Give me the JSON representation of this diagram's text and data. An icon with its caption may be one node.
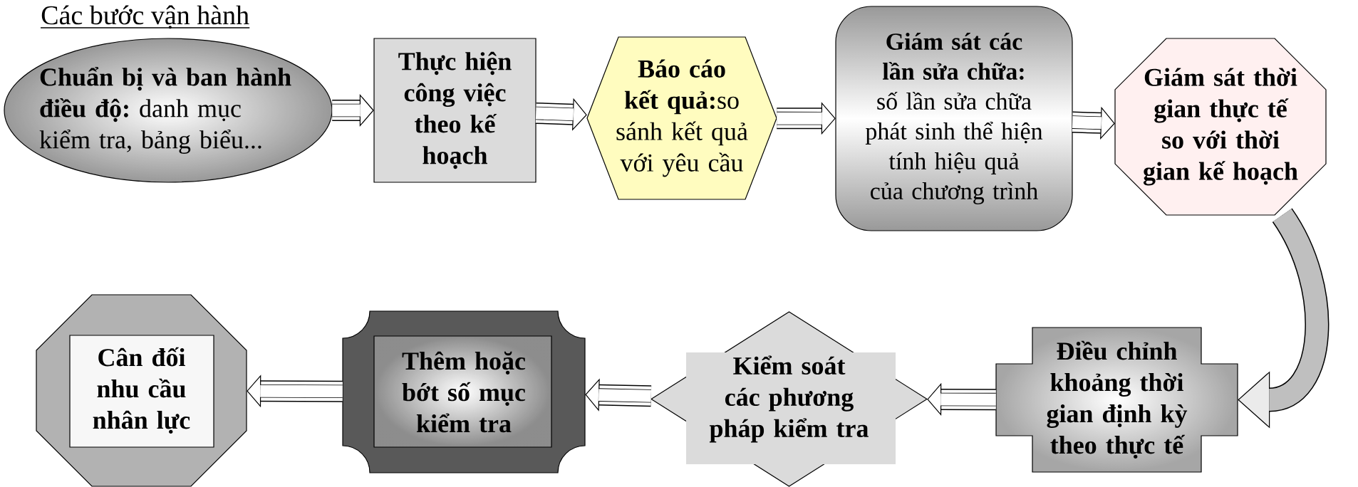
{
  "diagram": {
    "title": "Các bước vận hành",
    "nodes": [
      {
        "text": [
          "**Chuẩn bị và ban hành điều độ:** danh mục kiểm tra, bảng biểu..."
        ]
      },
      {
        "text": [
          "Thực hiện công việc theo kế hoạch"
        ]
      },
      {
        "text": [
          "**Báo cáo kết quả:**so sánh kết quả với yêu cầu"
        ]
      },
      {
        "text": [
          "**Giám sát các lần sửa chữa:** số lần sửa chữa phát sinh thể hiện tính hiệu quả của chương trình"
        ]
      },
      {
        "text": [
          "Giám sát thời gian thực tế so với thời gian kế hoạch"
        ]
      },
      {
        "text": [
          "Điều chỉnh khoảng thời gian định kỳ theo thực tế"
        ]
      },
      {
        "text": [
          "Kiểm soát các phương pháp kiểm tra"
        ]
      },
      {
        "text": [
          "Thêm hoặc bớt số mục kiểm tra"
        ]
      },
      {
        "text": [
          "Cân đối nhu cầu nhân lực"
        ]
      }
    ],
    "edges": [
      {
        "from": 0,
        "to": 1,
        "arrow": "to"
      },
      {
        "from": 1,
        "to": 2,
        "arrow": "to"
      },
      {
        "from": 2,
        "to": 3,
        "arrow": "to"
      },
      {
        "from": 3,
        "to": 4,
        "arrow": "to"
      },
      {
        "from": 4,
        "to": 5,
        "arrow": "to"
      },
      {
        "from": 5,
        "to": 6,
        "arrow": "to"
      },
      {
        "from": 6,
        "to": 7,
        "arrow": "to"
      },
      {
        "from": 7,
        "to": 8,
        "arrow": "to"
      }
    ]
  }
}
